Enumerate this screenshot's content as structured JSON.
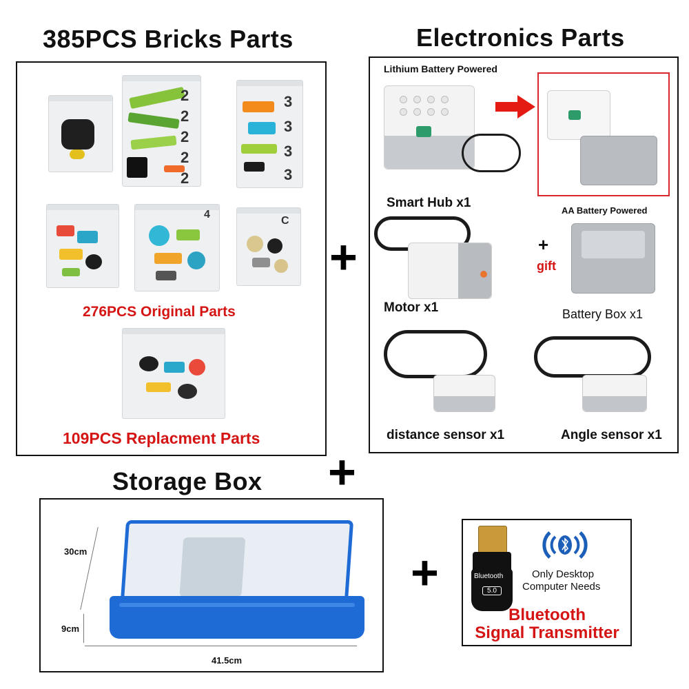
{
  "titles": {
    "bricks": "385PCS Bricks Parts",
    "electronics": "Electronics Parts",
    "storage": "Storage Box"
  },
  "bricks_panel": {
    "original_caption": "276PCS Original Parts",
    "replacement_caption": "109PCS Replacment Parts",
    "bag_numbers": [
      "2",
      "2",
      "2",
      "2",
      "2",
      "3",
      "3",
      "3",
      "3",
      "4",
      "C"
    ]
  },
  "electronics_panel": {
    "lithium_label": "Lithium Battery Powered",
    "smart_hub_label": "Smart Hub x1",
    "aa_label": "AA Battery Powered",
    "gift_plus": "+",
    "gift_label": "gift",
    "motor_label": "Motor x1",
    "battery_box_label": "Battery Box x1",
    "distance_label": "distance sensor x1",
    "angle_label": "Angle sensor x1"
  },
  "storage_panel": {
    "height_top": "30cm",
    "height_bottom": "9cm",
    "width": "41.5cm"
  },
  "bluetooth_panel": {
    "dongle_text": "Bluetooth",
    "dongle_version": "5.0",
    "note_line1": "Only Desktop",
    "note_line2": "Computer Needs",
    "title_line1": "Bluetooth",
    "title_line2": "Signal Transmitter",
    "bt_symbol": "ʙ"
  },
  "plus_sign": "+",
  "colors": {
    "accent_red": "#d51414",
    "box_blue": "#1e6bd6",
    "brick_white": "#f4f4f4",
    "brick_gray": "#b9bdc2",
    "bt_blue": "#1c5fb8"
  }
}
